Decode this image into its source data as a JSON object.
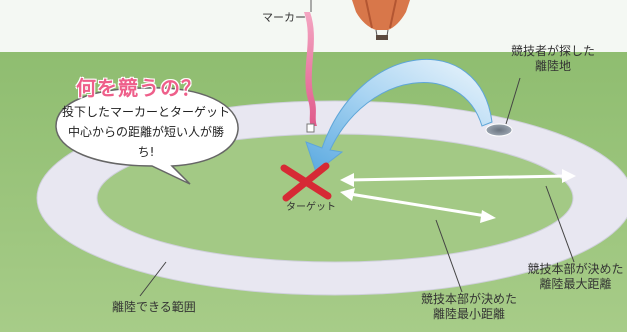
{
  "labels": {
    "marker": "マーカー",
    "target": "ターゲット",
    "landing_site": [
      "競技者が探した",
      "離陸地"
    ],
    "max_distance": [
      "競技本部が決めた",
      "離陸最大距離"
    ],
    "min_distance": [
      "競技本部が決めた",
      "離陸最小距離"
    ],
    "takeoff_range": "離陸できる範囲"
  },
  "bubble": {
    "title": "何を競うの？",
    "body": "投下したマーカーとターゲット中心からの距離が短い人が勝ち!"
  },
  "colors": {
    "sky": "#f4f8f3",
    "field": "#9cc47e",
    "ring": "#e8e7f1",
    "cross": "#d62a35",
    "arc_arrow": "#6fb6e6",
    "marker_ribbon": "#e56a95",
    "title_pink": "#ee5f8a",
    "balloon": "#d8774a"
  }
}
